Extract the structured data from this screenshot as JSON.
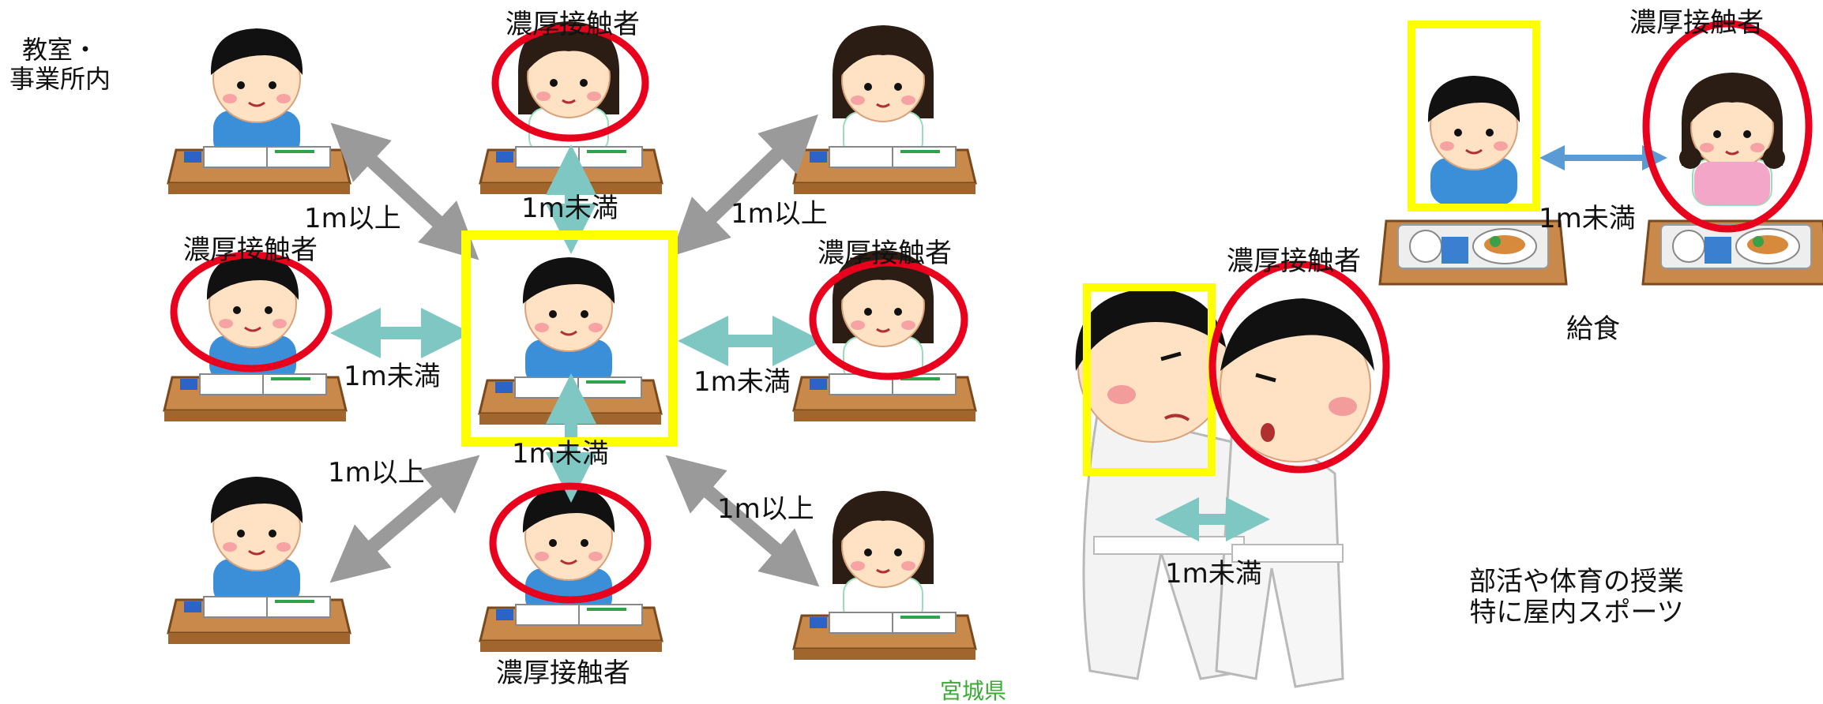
{
  "scene_labels": {
    "classroom": [
      "教室・",
      "事業所内"
    ],
    "school_lunch": "給食",
    "club_pe": [
      "部活や体育の授業",
      "特に屋内スポーツ"
    ],
    "credit": "宮城県"
  },
  "contact_labels": {
    "top": "濃厚接触者",
    "left": "濃厚接触者",
    "right": "濃厚接触者",
    "bottom": "濃厚接触者",
    "judo": "濃厚接触者",
    "lunch": "濃厚接触者"
  },
  "distance_labels": {
    "top_left": "1m以上",
    "top": "1m未満",
    "top_right": "1m以上",
    "left": "1m未満",
    "right": "1m未満",
    "bottom_left": "1m以上",
    "bottom": "1m未満",
    "bottom_right": "1m以上",
    "judo": "1m未満",
    "lunch": "1m未満"
  },
  "colors": {
    "infected_box": "#ffff00",
    "close_contact_ring": "#e8001c",
    "arrow_near": "#7fc7c3",
    "arrow_far": "#9a9a9a",
    "arrow_lunch": "#5b9bd5",
    "credit_text": "#3aaa35"
  }
}
